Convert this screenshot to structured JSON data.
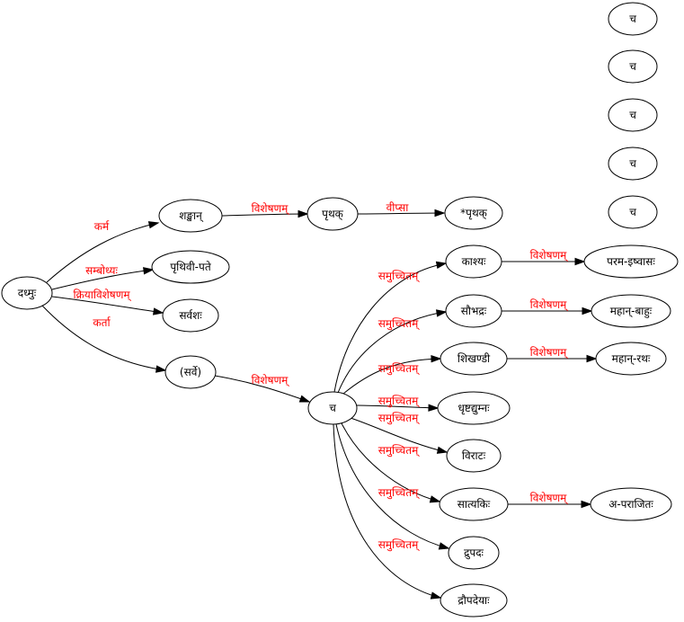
{
  "colors": {
    "node_stroke": "#000000",
    "node_fill": "#ffffff",
    "edge_stroke": "#000000",
    "edge_label": "#ff0000"
  },
  "nodes": [
    {
      "id": "dadhmuh",
      "label": "दध्मुः"
    },
    {
      "id": "shankhan",
      "label": "शङ्खान्"
    },
    {
      "id": "prthak",
      "label": "पृथक्"
    },
    {
      "id": "prthak2",
      "label": "*पृथक्"
    },
    {
      "id": "prthivipate",
      "label": "पृथिवी-पते"
    },
    {
      "id": "sarvashah",
      "label": "सर्वशः"
    },
    {
      "id": "sarve",
      "label": "(सर्वे)"
    },
    {
      "id": "ca_main",
      "label": "च"
    },
    {
      "id": "kashyah",
      "label": "काश्यः"
    },
    {
      "id": "parameshvasah",
      "label": "परम-इष्वासः"
    },
    {
      "id": "saubhadrah",
      "label": "सौभद्रः"
    },
    {
      "id": "mahabahuh",
      "label": "महान्-बाहुः"
    },
    {
      "id": "shikhandi",
      "label": "शिखण्डी"
    },
    {
      "id": "maharathah",
      "label": "महान्-रथः"
    },
    {
      "id": "dhrshtadyumnah",
      "label": "धृष्टद्युम्नः"
    },
    {
      "id": "viratah",
      "label": "विराटः"
    },
    {
      "id": "satyakih",
      "label": "सात्यकिः"
    },
    {
      "id": "aparajitah",
      "label": "अ-पराजितः"
    },
    {
      "id": "drupadah",
      "label": "द्रुपदः"
    },
    {
      "id": "draupadeyah",
      "label": "द्रौपदेयाः"
    },
    {
      "id": "ca1",
      "label": "च"
    },
    {
      "id": "ca2",
      "label": "च"
    },
    {
      "id": "ca3",
      "label": "च"
    },
    {
      "id": "ca4",
      "label": "च"
    },
    {
      "id": "ca5",
      "label": "च"
    }
  ],
  "edges": [
    {
      "from": "dadhmuh",
      "to": "shankhan",
      "label": "कर्म"
    },
    {
      "from": "shankhan",
      "to": "prthak",
      "label": "विशेषणम्"
    },
    {
      "from": "prthak",
      "to": "prthak2",
      "label": "वीप्सा"
    },
    {
      "from": "dadhmuh",
      "to": "prthivipate",
      "label": "सम्बोध्यः"
    },
    {
      "from": "dadhmuh",
      "to": "sarvashah",
      "label": "क्रियाविशेषणम्"
    },
    {
      "from": "dadhmuh",
      "to": "sarve",
      "label": "कर्ता"
    },
    {
      "from": "sarve",
      "to": "ca_main",
      "label": "विशेषणम्"
    },
    {
      "from": "ca_main",
      "to": "kashyah",
      "label": "समुच्चितम्"
    },
    {
      "from": "kashyah",
      "to": "parameshvasah",
      "label": "विशेषणम्"
    },
    {
      "from": "ca_main",
      "to": "saubhadrah",
      "label": "समुच्चितम्"
    },
    {
      "from": "saubhadrah",
      "to": "mahabahuh",
      "label": "विशेषणम्"
    },
    {
      "from": "ca_main",
      "to": "shikhandi",
      "label": "समुच्चितम्"
    },
    {
      "from": "shikhandi",
      "to": "maharathah",
      "label": "विशेषणम्"
    },
    {
      "from": "ca_main",
      "to": "dhrshtadyumnah",
      "label": "समुच्चितम्"
    },
    {
      "from": "ca_main",
      "to": "viratah",
      "label": "समुच्चितम्"
    },
    {
      "from": "ca_main",
      "to": "satyakih",
      "label": "समुच्चितम्"
    },
    {
      "from": "satyakih",
      "to": "aparajitah",
      "label": "विशेषणम्"
    },
    {
      "from": "ca_main",
      "to": "drupadah",
      "label": "समुच्चितम्"
    },
    {
      "from": "ca_main",
      "to": "draupadeyah",
      "label": "समुच्चितम्"
    }
  ]
}
